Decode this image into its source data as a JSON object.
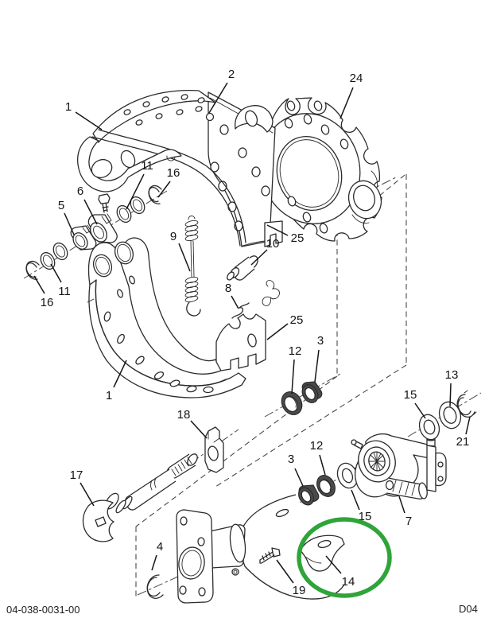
{
  "figure": {
    "drawing_number": "04-038-0031-00",
    "page_code": "D04"
  },
  "highlight": {
    "color": "#2fa43a",
    "circled_part": "14"
  },
  "labels": {
    "p1_upper_lining": "1",
    "p2_upper_shoe": "2",
    "p24_spider": "24",
    "p5_bushing": "5",
    "p6_bushing": "6",
    "p11_washer_top": "11",
    "p16_ring_top": "16",
    "p16_ring_bottom": "16",
    "p11_washer_bottom": "11",
    "p9_spring": "9",
    "p10_roller": "10",
    "p25_anchor_upper": "25",
    "p8_clip": "8",
    "p25_anchor_lower": "25",
    "p1_lower_lining": "1",
    "p18_bracket": "18",
    "p12_bearing_mid": "12",
    "p3_bushing_mid": "3",
    "p13_washer": "13",
    "p15_washer_upper": "15",
    "p21_ring": "21",
    "p17_camshaft": "17",
    "p4_ring": "4",
    "p3_bushing_lower": "3",
    "p12_bearing_lower": "12",
    "p15_washer_lower": "15",
    "p7_slack_adjuster": "7",
    "p19_bolt": "19",
    "p14_bracket_strap": "14"
  }
}
